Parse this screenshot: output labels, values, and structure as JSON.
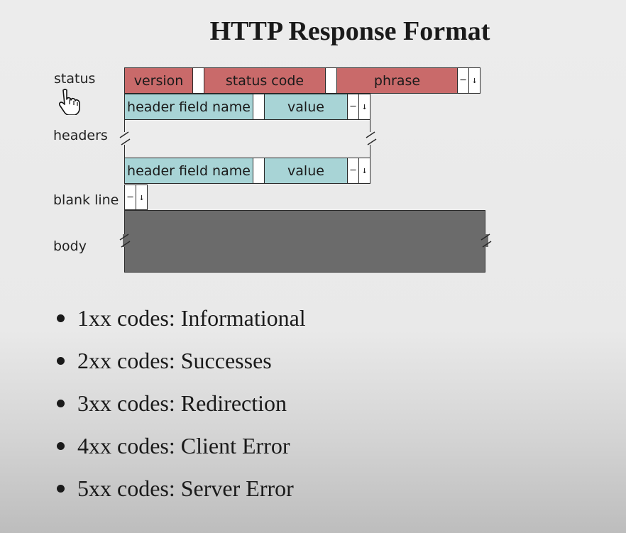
{
  "title": "HTTP Response Format",
  "diagram": {
    "labels": {
      "status": "status",
      "headers": "headers",
      "blank_line": "blank line",
      "body": "body"
    },
    "status_line": {
      "version": "version",
      "status_code": "status code",
      "phrase": "phrase"
    },
    "header_line_1": {
      "name": "header field name",
      "value": "value"
    },
    "header_line_2": {
      "name": "header field name",
      "value": "value"
    },
    "colors": {
      "status_fields": "#c96a6a",
      "header_fields": "#a8d4d6",
      "body": "#6b6b6b"
    }
  },
  "bullets": [
    "1xx codes: Informational",
    "2xx codes: Successes",
    "3xx codes: Redirection",
    "4xx codes: Client Error",
    "5xx codes: Server Error"
  ]
}
